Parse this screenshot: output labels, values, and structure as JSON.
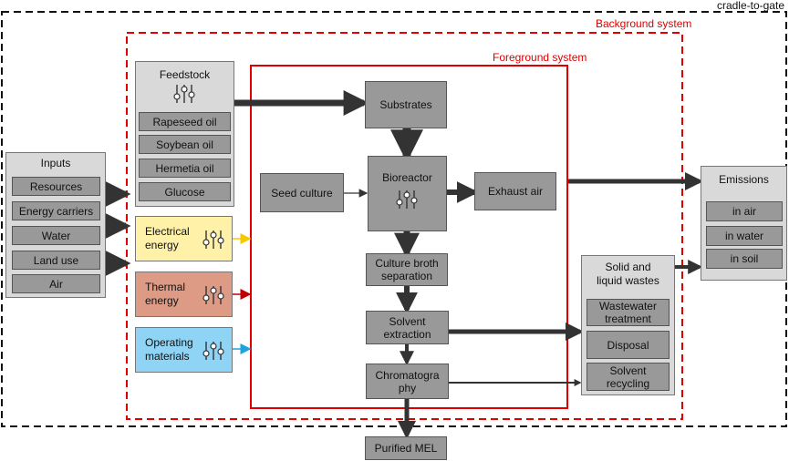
{
  "labels": {
    "cradle_to_gate": "cradle-to-gate",
    "background_system": "Background system",
    "foreground_system": "Foreground system"
  },
  "feedstock": {
    "title": "Feedstock",
    "icon": "slider-icon",
    "items": [
      "Rapeseed oil",
      "Soybean oil",
      "Hermetia oil",
      "Glucose"
    ]
  },
  "inputs": {
    "title": "Inputs",
    "items": [
      "Resources",
      "Energy carriers",
      "Water",
      "Land use",
      "Air"
    ]
  },
  "energy": {
    "electrical": "Electrical energy",
    "thermal": "Thermal energy",
    "operating": "Operating materials"
  },
  "process": {
    "substrates": "Substrates",
    "seed_culture": "Seed culture",
    "bioreactor": "Bioreactor",
    "exhaust_air": "Exhaust air",
    "separation": "Culture broth separation",
    "extraction": "Solvent extraction",
    "chromatography": "Chromatogra phy",
    "purified": "Purified MEL"
  },
  "emissions": {
    "title": "Emissions",
    "items": [
      "in air",
      "in water",
      "in soil"
    ]
  },
  "wastes": {
    "title": "Solid and liquid wastes",
    "items": [
      "Wastewater treatment",
      "Disposal",
      "Solvent recycling"
    ]
  },
  "colors": {
    "background_border": "#e00000",
    "foreground_border": "#e00000",
    "electrical_fill": "#fff2a8",
    "electrical_arrow": "#f5c800",
    "thermal_fill": "#dd9a85",
    "thermal_arrow": "#c00000",
    "operating_fill": "#8fd3f5",
    "operating_arrow": "#1fa2e0"
  }
}
